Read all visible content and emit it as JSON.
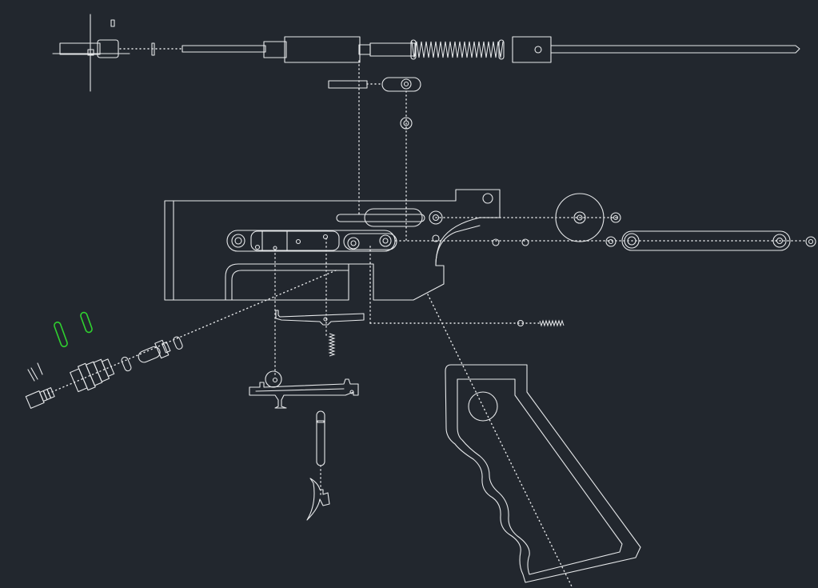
{
  "drawing": {
    "background": "#22272e",
    "line_color": "#e6e8ea",
    "highlight_color": "#2fd12f",
    "style": "cad-exploded-view-wireframe",
    "parts": [
      "front-sight-crosshair",
      "barrel-assembly",
      "recoil-spring",
      "barrel-nut",
      "charging-handle",
      "receiver-body",
      "hammer-pivot-disc",
      "link-arm",
      "trigger-bar",
      "sear-assembly",
      "trigger",
      "pistol-grip",
      "buffer-tube-pieces",
      "highlighted-pins"
    ]
  }
}
